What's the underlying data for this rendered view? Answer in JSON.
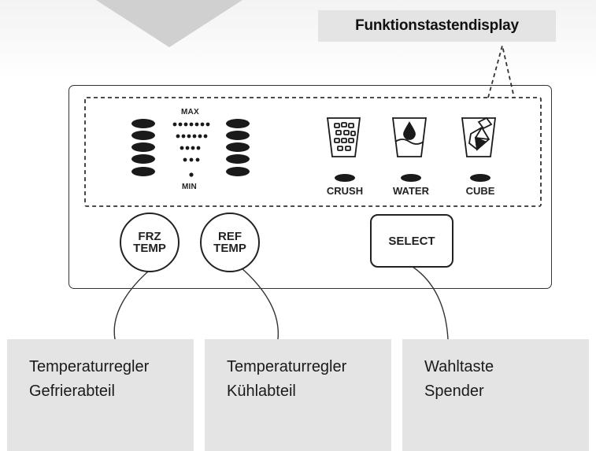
{
  "callout_title": "Funktionstastendisplay",
  "display": {
    "level_max_label": "MAX",
    "level_min_label": "MIN",
    "dispenser_modes": [
      {
        "label": "CRUSH",
        "icon": "crushed-ice-glass-icon"
      },
      {
        "label": "WATER",
        "icon": "water-glass-icon"
      },
      {
        "label": "CUBE",
        "icon": "ice-cube-glass-icon"
      }
    ]
  },
  "buttons": {
    "freezer_temp": {
      "line1": "FRZ",
      "line2": "TEMP"
    },
    "fridge_temp": {
      "line1": "REF",
      "line2": "TEMP"
    },
    "select": {
      "label": "SELECT"
    }
  },
  "captions": [
    {
      "line1": "Temperaturregler",
      "line2": "Gefrierabteil"
    },
    {
      "line1": "Temperaturregler",
      "line2": "Kühlabteil"
    },
    {
      "line1": "Wahltaste",
      "line2": "Spender"
    }
  ],
  "colors": {
    "ink": "#222222",
    "label_box": "#e4e4e4",
    "arrow": "#d0d0d0"
  }
}
